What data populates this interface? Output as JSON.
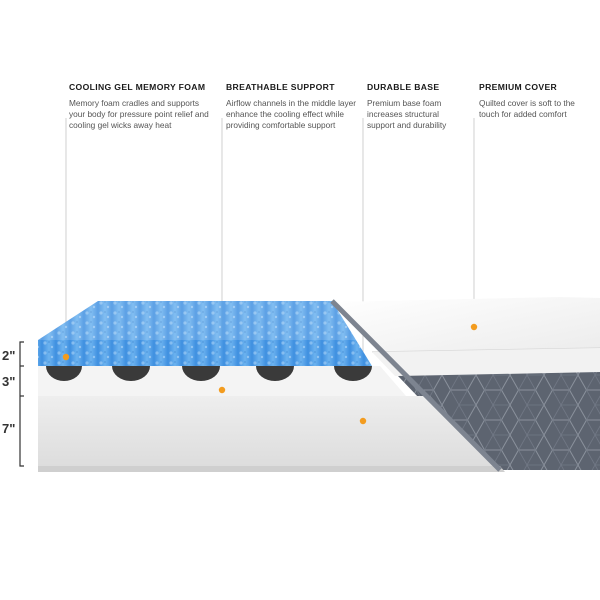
{
  "labels": {
    "cooling": {
      "title": "COOLING GEL MEMORY FOAM",
      "desc": "Memory foam cradles and supports your body for pressure point relief and cooling gel wicks away heat"
    },
    "breathable": {
      "title": "BREATHABLE SUPPORT",
      "desc": "Airflow channels in the middle layer enhance the cooling effect while providing comfortable support"
    },
    "durable": {
      "title": "DURABLE BASE",
      "desc": "Premium base foam increases structural support and durability"
    },
    "premium": {
      "title": "PREMIUM COVER",
      "desc": "Quilted cover is soft to the touch for added comfort"
    }
  },
  "layers": {
    "top": "2\"",
    "middle": "3\"",
    "base": "7\""
  },
  "colors": {
    "accent": "#f39c1f",
    "gel_blue": "#5aa3e6",
    "cover_white": "#f7f7f7",
    "base_gray": "#e4e4e4",
    "cover_gray": "#5d6470",
    "leader_line": "#bbbbbb"
  }
}
